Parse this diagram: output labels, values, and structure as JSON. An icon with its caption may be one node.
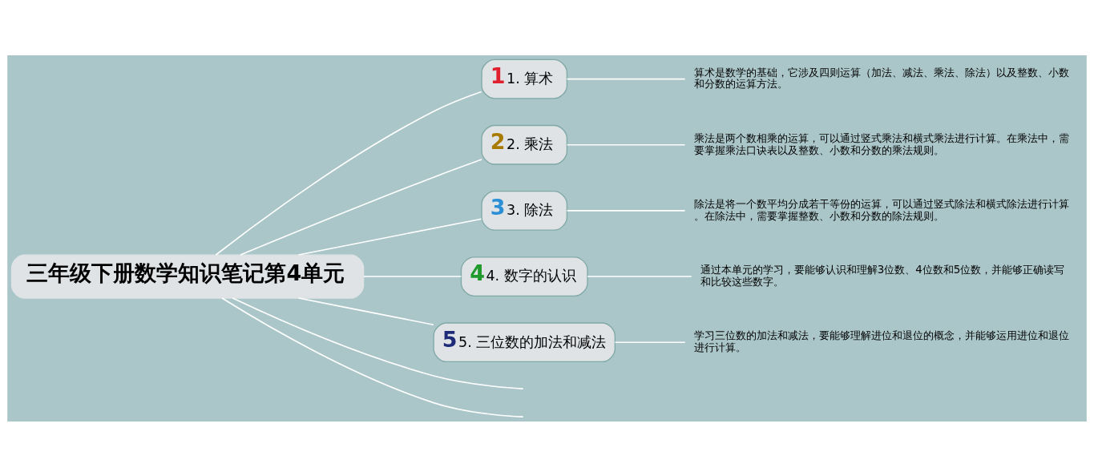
{
  "diagram": {
    "nodes": [
      {
        "text": [
          "三年级下册数学知识笔记第4单元"
        ]
      },
      {
        "text": [
          "1",
          "1. 算术"
        ]
      },
      {
        "text": [
          "2",
          "2. 乘法"
        ]
      },
      {
        "text": [
          "3",
          "3. 除法"
        ]
      },
      {
        "text": [
          "4",
          "4. 数字的认识"
        ]
      },
      {
        "text": [
          "5",
          "5. 三位数的加法和减法"
        ]
      },
      {
        "text": [
          "算术是数学的基础，它涉及四则运算（加法、减法、乘法、除法）以及整数、小数和分数的运算方法。"
        ]
      },
      {
        "text": [
          "乘法是两个数相乘的运算，可以通过竖式乘法和横式乘法进行计算。在乘法中，需要掌握乘法口诀表以及整数、小数和分数的乘法规则。"
        ]
      },
      {
        "text": [
          "除法是将一个数平均分成若干等份的运算，可以通过竖式除法和横式除法进行计算。在除法中，需要掌握整数、小数和分数的除法规则。"
        ]
      },
      {
        "text": [
          "通过本单元的学习，要能够认识和理解3位数、4位数和5位数，并能够正确读写和比较这些数字。"
        ]
      },
      {
        "text": [
          "学习三位数的加法和减法，要能够理解进位和退位的概念，并能够运用进位和退位进行计算。"
        ]
      }
    ],
    "edges": [
      {
        "from": 0,
        "to": 1,
        "arrow": "none"
      },
      {
        "from": 0,
        "to": 2,
        "arrow": "none"
      },
      {
        "from": 0,
        "to": 3,
        "arrow": "none"
      },
      {
        "from": 0,
        "to": 4,
        "arrow": "none"
      },
      {
        "from": 0,
        "to": 5,
        "arrow": "none"
      },
      {
        "from": 0,
        "to": null,
        "arrow": "none"
      },
      {
        "from": 0,
        "to": null,
        "arrow": "none"
      },
      {
        "from": 1,
        "to": 6,
        "arrow": "none"
      },
      {
        "from": 2,
        "to": 7,
        "arrow": "none"
      },
      {
        "from": 3,
        "to": 8,
        "arrow": "none"
      },
      {
        "from": 4,
        "to": 9,
        "arrow": "none"
      },
      {
        "from": 5,
        "to": 10,
        "arrow": "none"
      }
    ]
  }
}
